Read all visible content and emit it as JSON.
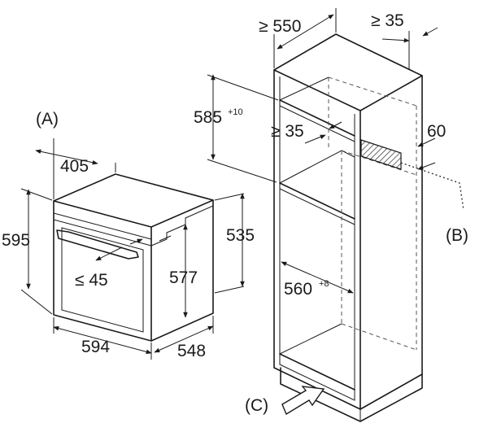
{
  "labels": {
    "callout_a": "(A)",
    "callout_b": "(B)",
    "callout_c": "(C)",
    "dim_oven_depth_top": "405",
    "dim_oven_height": "595",
    "dim_oven_handle": "≤ 45",
    "dim_oven_width": "594",
    "dim_oven_depth": "548",
    "dim_oven_body_height": "535",
    "dim_oven_inner_height": "577",
    "dim_niche_base": "585",
    "dim_niche_base_sup": "+10",
    "dim_cabinet_width": "≥ 550",
    "dim_cabinet_gap": "≥ 35",
    "dim_rear_gap": "≥ 35",
    "dim_vent": "60",
    "dim_niche_width": "560",
    "dim_niche_width_sup": "+8"
  },
  "colors": {
    "line": "#1a1a1a",
    "vent_hatch": "#555555"
  }
}
